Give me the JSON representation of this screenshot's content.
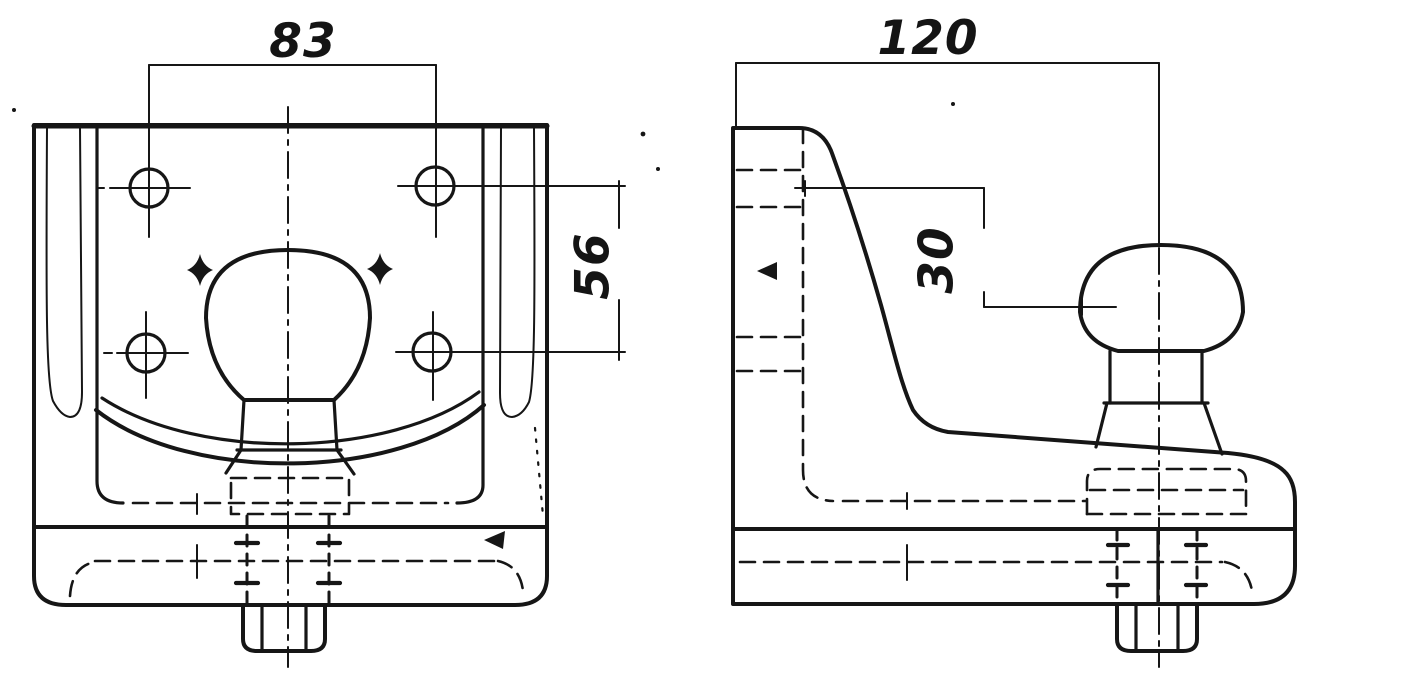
{
  "drawing": {
    "kind": "scanned two-view technical drawing of a tow-ball hitch bracket",
    "paper_color": "#ffffff",
    "ink_color": "#161616",
    "front_view": {
      "dim_hole_spacing_horizontal": "83",
      "dim_hole_spacing_vertical": "56"
    },
    "side_view": {
      "dim_overall_width": "120",
      "dim_ball_axis_offset": "30"
    }
  }
}
